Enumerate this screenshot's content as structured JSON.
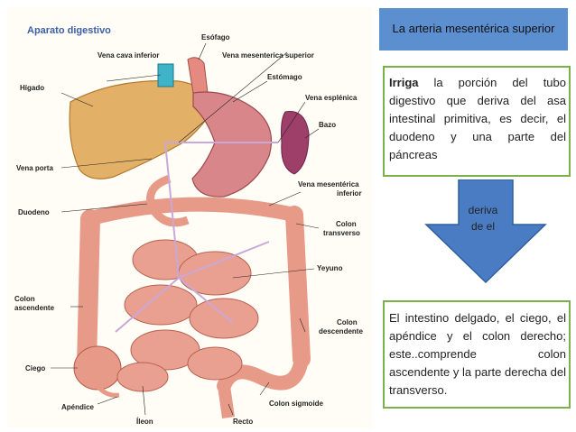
{
  "figure": {
    "title": "Aparato digestivo",
    "labels": {
      "esofago": "Esófago",
      "vena_cava": "Vena cava inferior",
      "vena_mes_sup": "Vena mesenterica superior",
      "higado": "Hígado",
      "estomago": "Estómago",
      "vena_esplenica": "Vena esplénica",
      "bazo": "Bazo",
      "vena_porta": "Vena porta",
      "vena_mes_inf_1": "Vena mesentérica",
      "vena_mes_inf_2": "inferior",
      "duodeno": "Duodeno",
      "colon_transverso_1": "Colon",
      "colon_transverso_2": "transverso",
      "yeyuno": "Yeyuno",
      "colon_asc_1": "Colon",
      "colon_asc_2": "ascendente",
      "colon_desc_1": "Colon",
      "colon_desc_2": "descendente",
      "ciego": "Ciego",
      "apendice": "Apéndice",
      "colon_sigmoide": "Colon sigmoide",
      "ileon": "Íleon",
      "recto": "Recto"
    }
  },
  "title": "La arteria mesentérica superior",
  "box1": {
    "bold": "Irriga",
    "text": " la porción del tubo digestivo que deriva del asa intestinal primitiva, es decir, el duodeno y una parte del páncreas"
  },
  "arrow": {
    "label_line1": "deriva",
    "label_line2": "de el"
  },
  "box2": {
    "text": "El intestino delgado, el ciego, el apéndice y el colon derecho; este..comprende colon ascendente y la parte derecha del transverso."
  },
  "colors": {
    "title_bg": "#5b8fd0",
    "box_border": "#7cb04a",
    "arrow_fill": "#4a7cc4",
    "liver": "#e2b067",
    "intestine": "#e89a88",
    "stomach": "#d9868a",
    "spleen": "#9e3f6a",
    "vein": "#c8a8d8"
  }
}
